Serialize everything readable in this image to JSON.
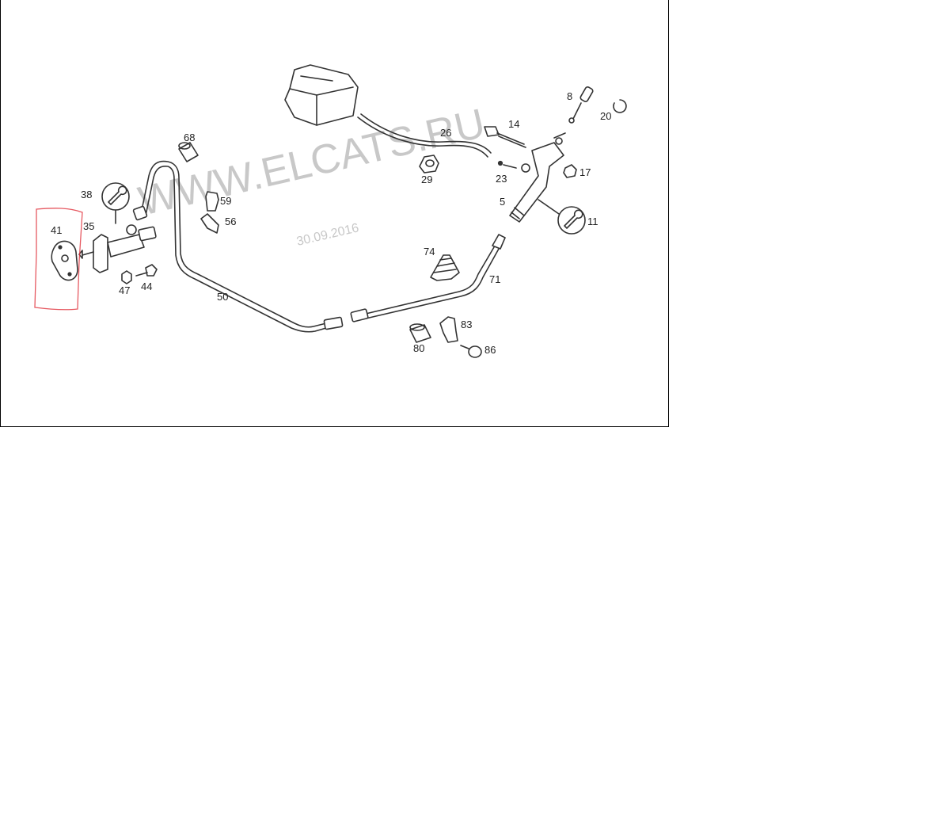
{
  "watermark": {
    "site": "WWW.ELCATS.RU",
    "date": "30.09.2016"
  },
  "colors": {
    "line": "#333333",
    "watermark": "#c8c8c8",
    "highlight": "#e0303a",
    "frame": "#000000"
  },
  "highlighted_part": "41",
  "callouts": [
    "8",
    "20",
    "14",
    "26",
    "68",
    "29",
    "23",
    "17",
    "5",
    "38",
    "59",
    "56",
    "11",
    "35",
    "41",
    "74",
    "71",
    "47",
    "44",
    "50",
    "83",
    "80",
    "86"
  ],
  "icons": [
    "wrench-icon"
  ]
}
